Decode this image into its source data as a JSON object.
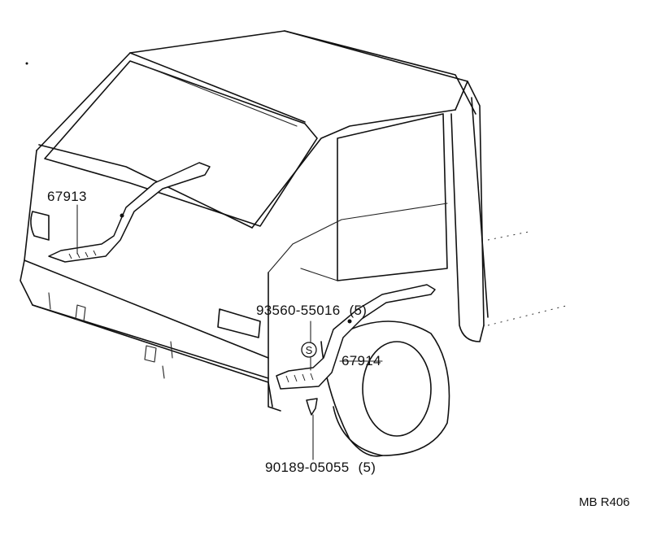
{
  "callouts": {
    "stripe_left": "67913",
    "stripe_right": "67914",
    "screw": "93560-55016",
    "screw_qty": "(5)",
    "clip": "90189-05055",
    "clip_qty": "(5)",
    "screw_symbol": "S"
  },
  "drawing_code": "MB R406"
}
